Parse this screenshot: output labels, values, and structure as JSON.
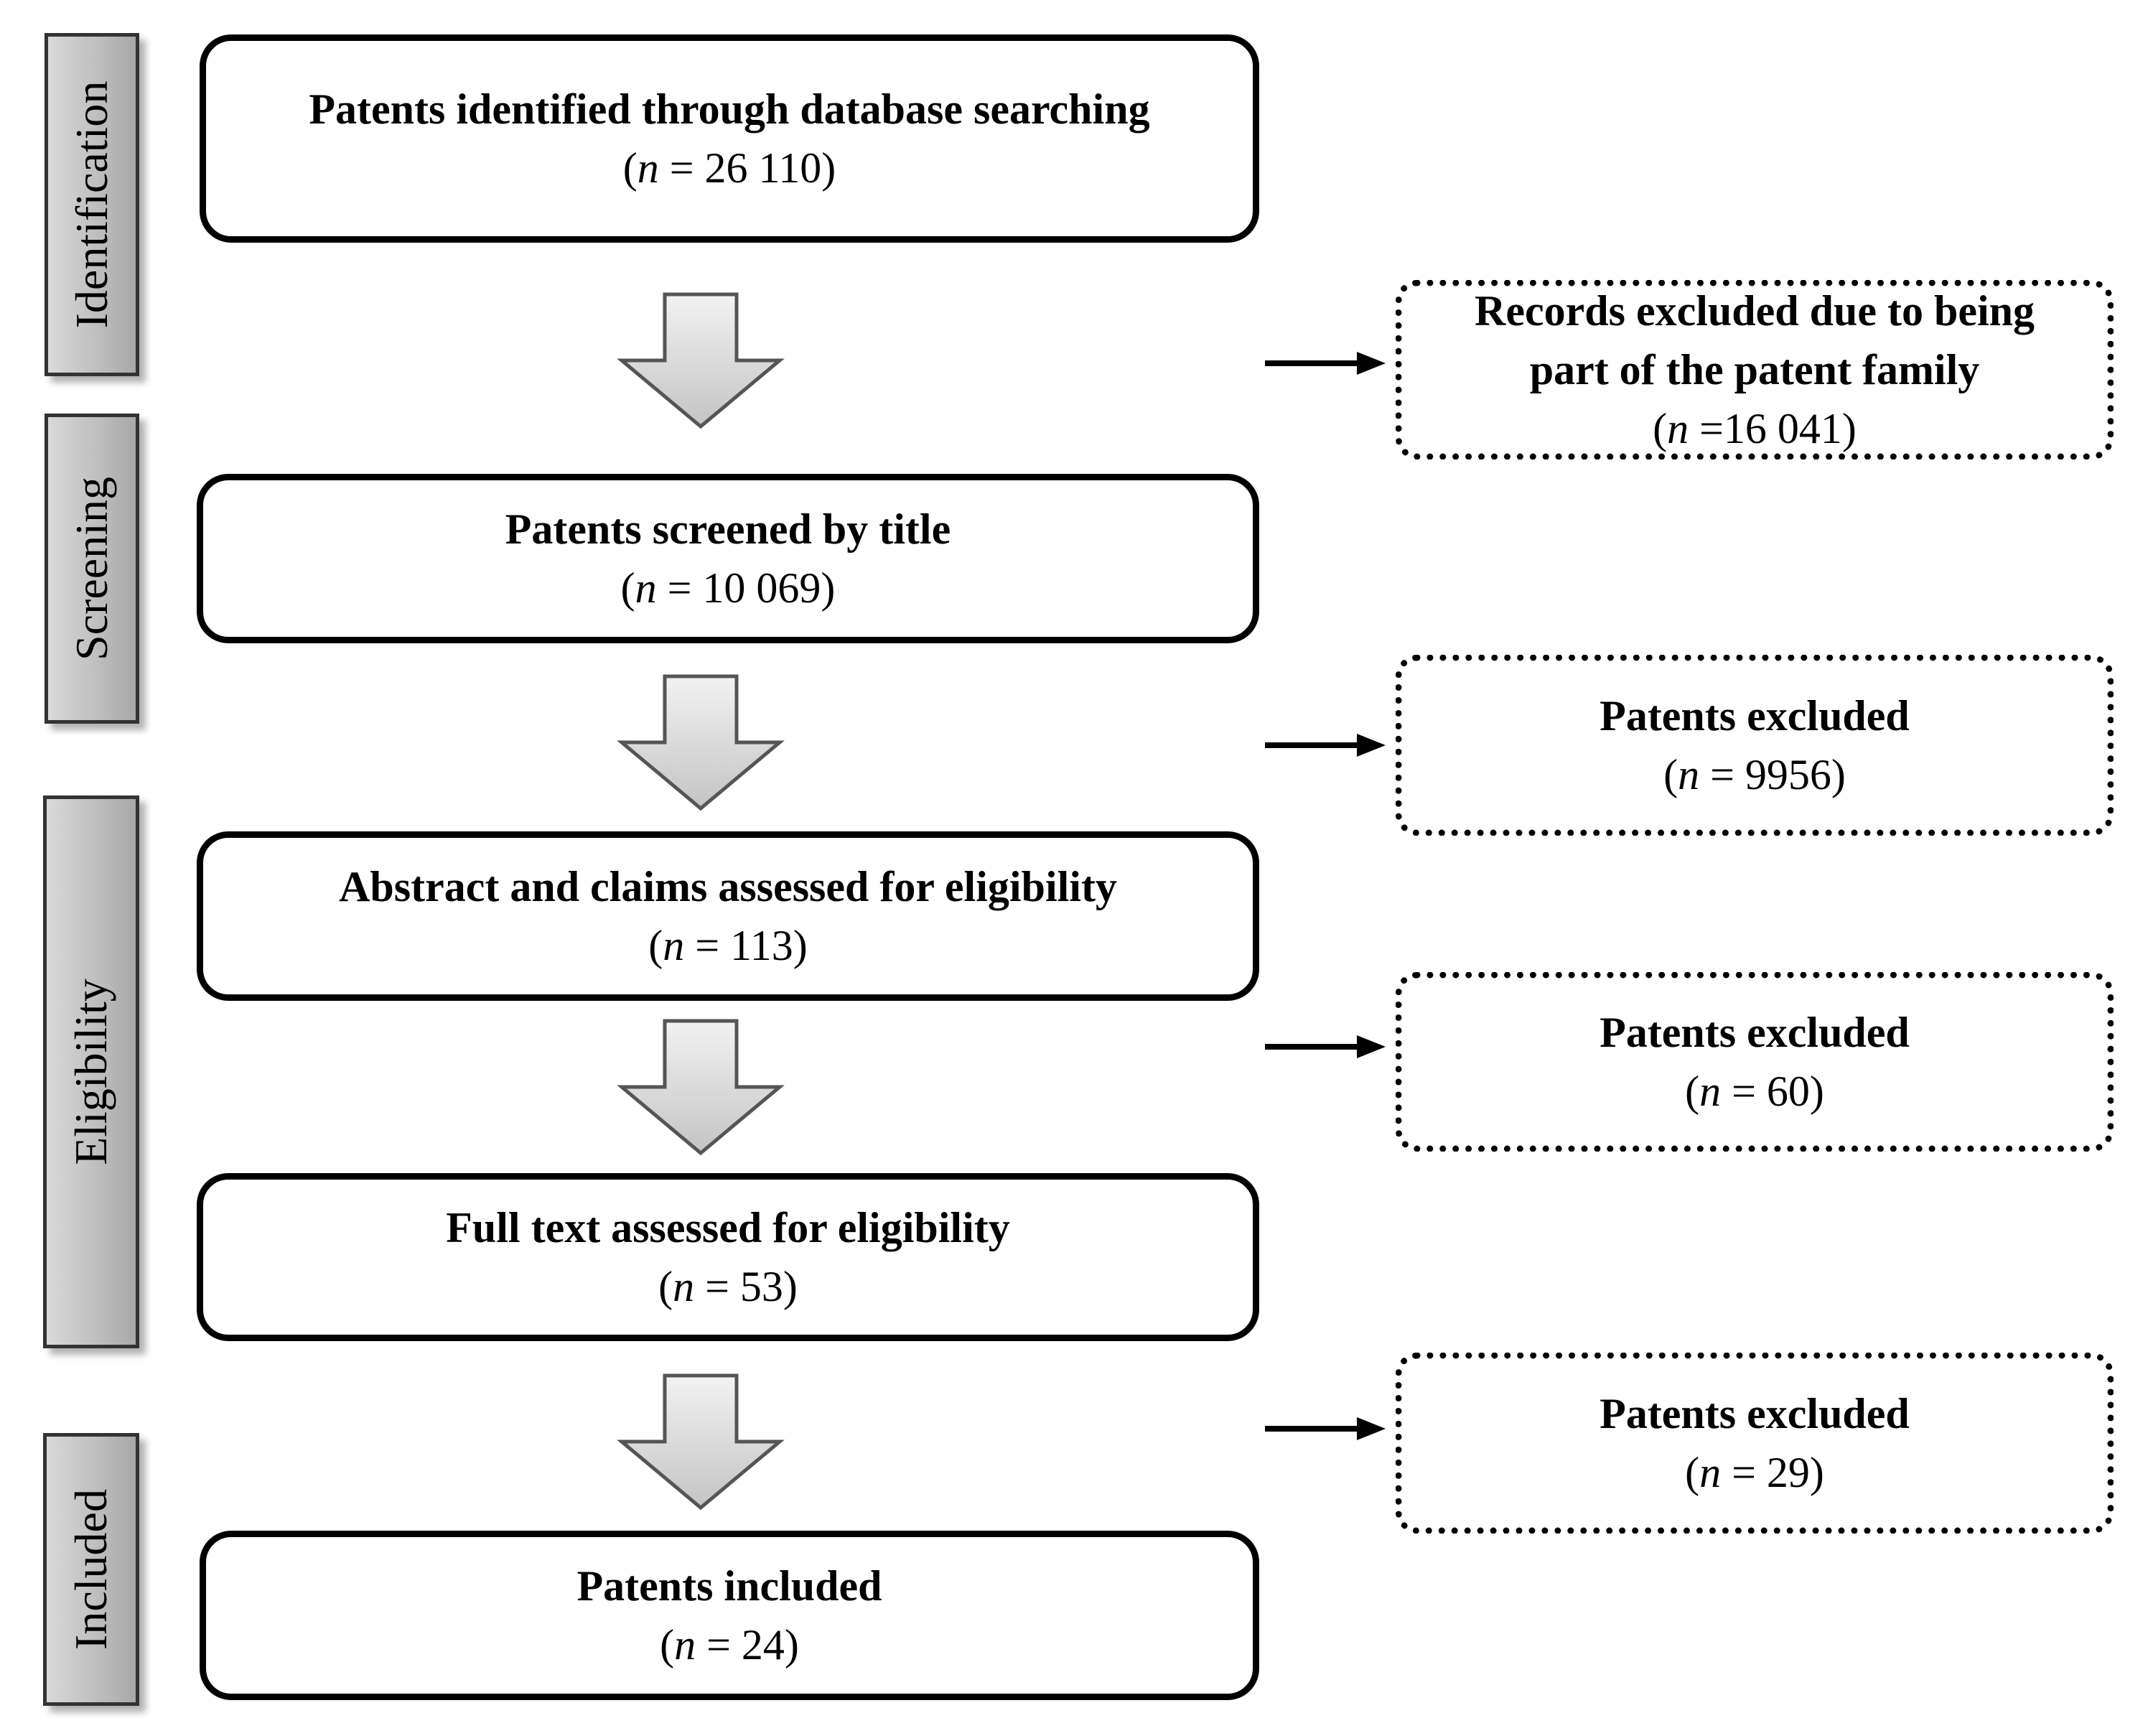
{
  "stages": [
    {
      "label": "Identification"
    },
    {
      "label": "Screening"
    },
    {
      "label": "Eligibility"
    },
    {
      "label": "Included"
    }
  ],
  "boxes": [
    {
      "title": "Patents identified through database searching",
      "count_prefix": "(",
      "n": "n",
      "count_value": " = 26  110)"
    },
    {
      "title": "Patents screened by title",
      "count_prefix": "(",
      "n": "n",
      "count_value": " = 10  069)"
    },
    {
      "title": "Abstract and claims assessed for eligibility",
      "count_prefix": "(",
      "n": "n",
      "count_value": " = 113)"
    },
    {
      "title": "Full text assessed for eligibility",
      "count_prefix": "(",
      "n": "n",
      "count_value": " = 53)"
    },
    {
      "title": "Patents included",
      "count_prefix": "(",
      "n": "n",
      "count_value": " = 24)"
    }
  ],
  "exclusions": [
    {
      "title_line1": "Records excluded due to being",
      "title_line2": "part of the patent family",
      "count_prefix": "(",
      "n": "n",
      "count_value": " =16 041)"
    },
    {
      "title_line1": "Patents excluded",
      "count_prefix": "(",
      "n": "n",
      "count_value": " = 9956)"
    },
    {
      "title_line1": "Patents excluded",
      "count_prefix": "(",
      "n": "n",
      "count_value": " = 60)"
    },
    {
      "title_line1": "Patents excluded",
      "count_prefix": "(",
      "n": "n",
      "count_value": " = 29)"
    }
  ],
  "colors": {
    "tab_fill": "#bfbfbf",
    "arrow_fill": "#d9d9d9",
    "stroke": "#000000"
  }
}
